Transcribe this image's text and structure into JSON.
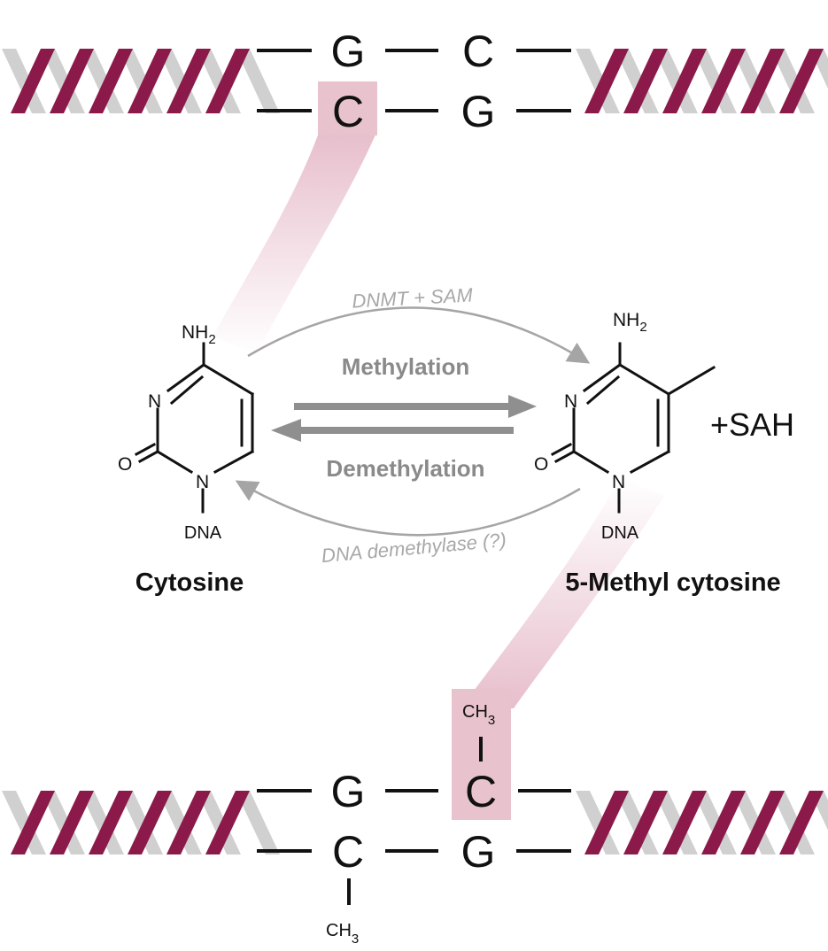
{
  "colors": {
    "strand_dark": "#8b1a4a",
    "strand_light": "#d0d0d0",
    "highlight": "#e8c2cd",
    "arrow": "#8f8f8f",
    "text": "#111111"
  },
  "top_dna": {
    "upper_left_base": "G",
    "upper_right_base": "C",
    "lower_left_base": "C",
    "lower_right_base": "G"
  },
  "bottom_dna": {
    "upper_left_base": "G",
    "upper_right_base": "C",
    "lower_left_base": "C",
    "lower_right_base": "G",
    "upper_methyl_main": "CH",
    "upper_methyl_sub": "3",
    "lower_methyl_main": "CH",
    "lower_methyl_sub": "3"
  },
  "cytosine": {
    "name": "Cytosine",
    "amine_main": "NH",
    "amine_sub": "2",
    "ring_n3": "N",
    "ring_n1": "N",
    "carbonyl_o": "O",
    "attachment": "DNA"
  },
  "methylcytosine": {
    "name": "5-Methyl cytosine",
    "amine_main": "NH",
    "amine_sub": "2",
    "ring_n3": "N",
    "ring_n1": "N",
    "carbonyl_o": "O",
    "attachment": "DNA"
  },
  "reaction": {
    "forward_label": "Methylation",
    "reverse_label": "Demethylation",
    "forward_enzyme": "DNMT + SAM",
    "reverse_enzyme": "DNA demethylase (?)",
    "byproduct": "+SAH"
  }
}
